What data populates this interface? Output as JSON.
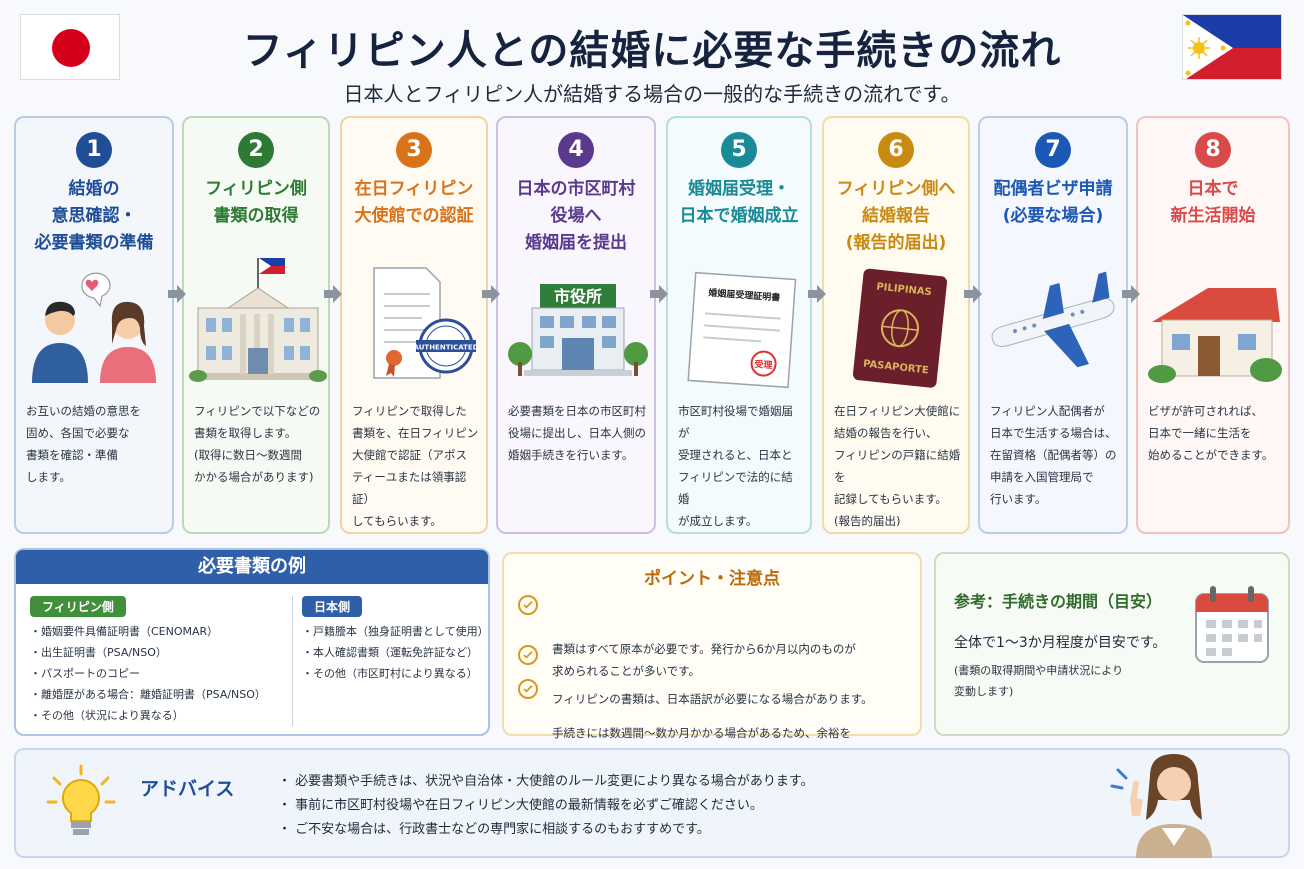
{
  "title": "フィリピン人との結婚に必要な手続きの流れ",
  "subtitle": "日本人とフィリピン人が結婚する場合の一般的な手続きの流れです。",
  "flag_labels": {
    "passport_top": "PILIPINAS",
    "passport_bottom": "PASAPORTE"
  },
  "steps": [
    {
      "num": "1",
      "title": "結婚の\n意思確認・\n必要書類の準備",
      "color": "#1f4e96",
      "border": "#b7cbe6",
      "bg": "#f3f7fc",
      "desc": "お互いの結婚の意思を\n固め、各国で必要な\n書類を確認・準備\nします。"
    },
    {
      "num": "2",
      "title": "フィリピン側\n書類の取得",
      "color": "#2e7a35",
      "border": "#b9dbb7",
      "bg": "#f5fbf4",
      "desc": "フィリピンで以下などの\n書類を取得します。\n(取得に数日〜数週間\nかかる場合があります)"
    },
    {
      "num": "3",
      "title": "在日フィリピン\n大使館での認証",
      "color": "#d9731a",
      "border": "#f1d3a8",
      "bg": "#fffaf2",
      "desc": "フィリピンで取得した\n書類を、在日フィリピン\n大使館で認証（アポス\nティーユまたは領事認証）\nしてもらいます。"
    },
    {
      "num": "4",
      "title": "日本の市区町村\n役場へ\n婚姻届を提出",
      "color": "#5b3a8e",
      "border": "#cdbfe3",
      "bg": "#f9f6fd",
      "desc": "必要書類を日本の市区町村\n役場に提出し、日本人側の\n婚姻手続きを行います。"
    },
    {
      "num": "5",
      "title": "婚姻届受理・\n日本で婚姻成立",
      "color": "#1a8a96",
      "border": "#b5dde2",
      "bg": "#f3fbfc",
      "desc": "市区町村役場で婚姻届が\n受理されると、日本と\nフィリピンで法的に結婚\nが成立します。"
    },
    {
      "num": "6",
      "title": "フィリピン側へ\n結婚報告\n(報告的届出)",
      "color": "#c98a12",
      "border": "#eedcaa",
      "bg": "#fffbf1",
      "desc": "在日フィリピン大使館に\n結婚の報告を行い、\nフィリピンの戸籍に結婚を\n記録してもらいます。\n(報告的届出)"
    },
    {
      "num": "7",
      "title": "配偶者ビザ申請\n(必要な場合)",
      "color": "#1c58b5",
      "border": "#b9cdeb",
      "bg": "#f4f8fe",
      "desc": "フィリピン人配偶者が\n日本で生活する場合は、\n在留資格（配偶者等）の\n申請を入国管理局で\n行います。"
    },
    {
      "num": "8",
      "title": "日本で\n新生活開始",
      "color": "#d94a4a",
      "border": "#f0c3c3",
      "bg": "#fff6f6",
      "desc": "ビザが許可されれば、\n日本で一緒に生活を\n始めることができます。"
    }
  ],
  "illus_text": {
    "city_hall": "市役所",
    "certificate": "婚姻届受理証明書",
    "stamp": "受理",
    "auth": "AUTHENTICATED"
  },
  "docs": {
    "title": "必要書類の例",
    "ph_label": "フィリピン側",
    "ph_items": [
      "婚姻要件具備証明書（CENOMAR）",
      "出生証明書（PSA/NSO）",
      "パスポートのコピー",
      "離婚歴がある場合：離婚証明書（PSA/NSO）",
      "その他（状況により異なる）"
    ],
    "jp_label": "日本側",
    "jp_items": [
      "戸籍謄本（独身証明書として使用）",
      "本人確認書類（運転免許証など）",
      "その他（市区町村により異なる）"
    ]
  },
  "points": {
    "title": "ポイント・注意点",
    "items": [
      "書類はすべて原本が必要です。発行から6か月以内のものが\n求められることが多いです。",
      "フィリピンの書類は、日本語訳が必要になる場合があります。",
      "手続きには数週間〜数か月かかる場合があるため、余裕を\nもって準備しましょう。"
    ]
  },
  "period": {
    "title": "参考：手続きの期間（目安）",
    "main": "全体で1〜3か月程度が目安です。",
    "note": "(書類の取得期間や申請状況により\n変動します)"
  },
  "advice": {
    "label": "アドバイス",
    "items": [
      "必要書類や手続きは、状況や自治体・大使館のルール変更により異なる場合があります。",
      "事前に市区町村役場や在日フィリピン大使館の最新情報を必ずご確認ください。",
      "ご不安な場合は、行政書士などの専門家に相談するのもおすすめです。"
    ]
  }
}
